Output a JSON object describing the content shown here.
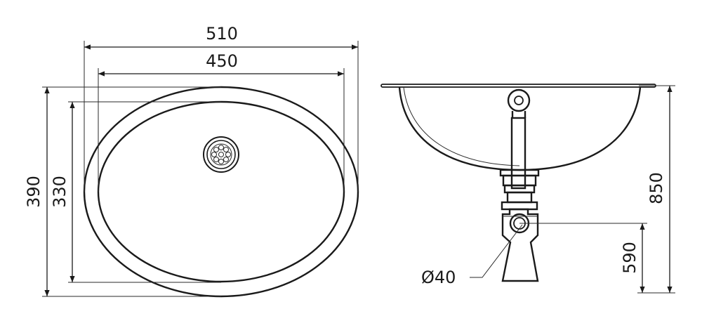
{
  "top_view": {
    "outer_width": "510",
    "inner_width": "450",
    "outer_depth": "390",
    "inner_depth": "330"
  },
  "side_view": {
    "total_height": "850",
    "trap_height": "590",
    "outlet_diameter": "Ø40"
  },
  "colors": {
    "line": "#1a1a1a",
    "background": "#ffffff"
  }
}
